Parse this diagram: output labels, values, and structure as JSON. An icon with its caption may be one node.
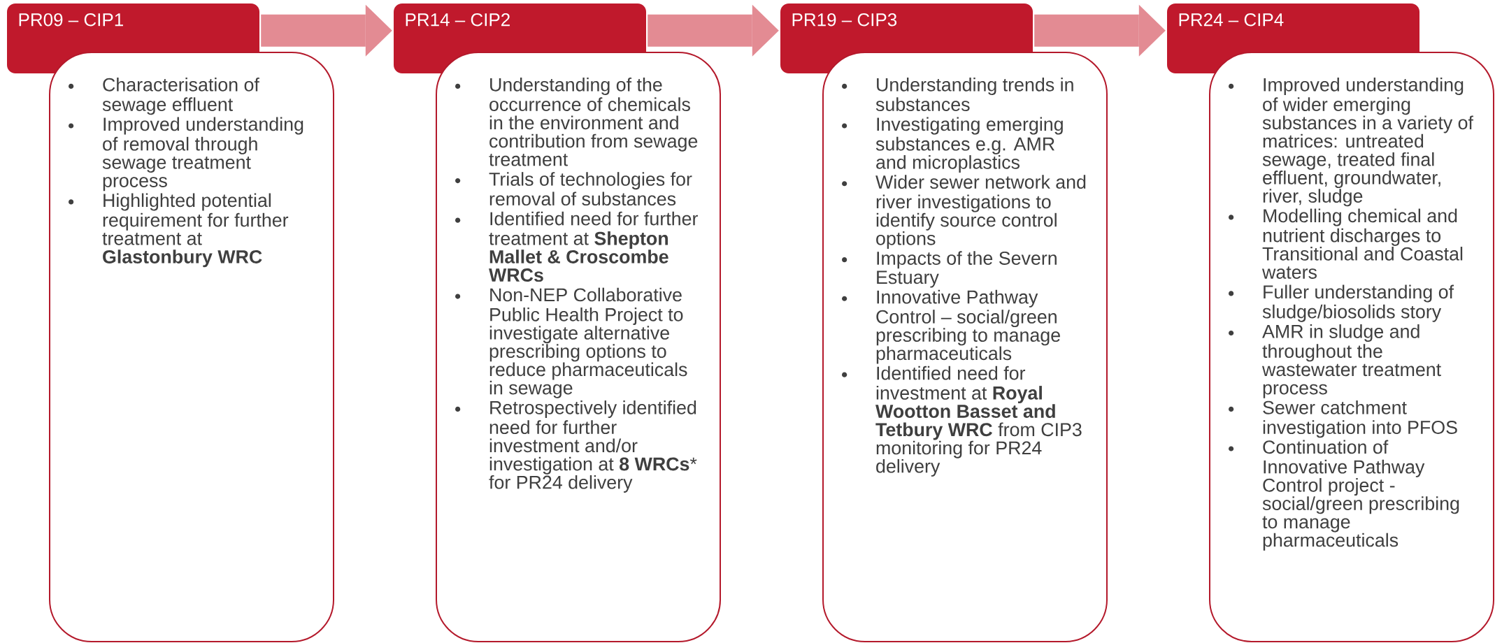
{
  "diagram": {
    "nodes": [
      {
        "text": [
          "PR09 – CIP1"
        ]
      },
      {
        "text": [
          "Characterisation of sewage effluent",
          "Improved understanding of removal through sewage treatment process",
          "Highlighted potential requirement for further treatment at **Glastonbury WRC**"
        ]
      },
      {
        "text": [
          "PR14 – CIP2"
        ]
      },
      {
        "text": [
          "Understanding of the occurrence of chemicals in the environment and contribution from sewage treatment",
          "Trials of technologies for removal of substances",
          "Identified need for further treatment at **Shepton Mallet & Croscombe WRCs**",
          "Non-NEP Collaborative Public Health Project to investigate alternative prescribing options to reduce pharmaceuticals in sewage",
          "Retrospectively identified need for further investment and/or investigation at **8 WRCs*** for PR24 delivery"
        ]
      },
      {
        "text": [
          "PR19 – CIP3"
        ]
      },
      {
        "text": [
          "Understanding trends in substances",
          "Investigating emerging substances e.g. AMR and microplastics",
          "Wider sewer network and river investigations to identify source control options",
          "Impacts of the Severn Estuary",
          "Innovative Pathway Control – social/green prescribing to manage pharmaceuticals",
          "Identified need for investment at **Royal Wootton Basset and Tetbury WRC** from CIP3 monitoring for PR24 delivery"
        ]
      },
      {
        "text": [
          "PR24 – CIP4"
        ]
      },
      {
        "text": [
          "Improved understanding of wider emerging substances in a variety of matrices: untreated sewage, treated final effluent, groundwater, river, sludge",
          "Modelling chemical and nutrient discharges to Transitional and Coastal waters",
          "Fuller understanding of sludge/biosolids story",
          "AMR in sludge and throughout the wastewater treatment process",
          "Sewer catchment investigation into PFOS",
          "Continuation of Innovative Pathway Control project - social/green prescribing to manage pharmaceuticals"
        ]
      }
    ],
    "edges": [
      {
        "from": 0,
        "to": 2,
        "arrow": "to"
      },
      {
        "from": 2,
        "to": 4,
        "arrow": "to"
      },
      {
        "from": 4,
        "to": 6,
        "arrow": "to"
      }
    ]
  }
}
